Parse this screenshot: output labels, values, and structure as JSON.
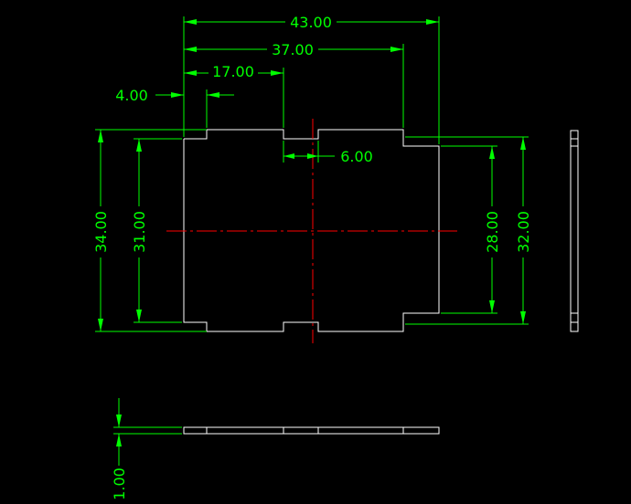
{
  "drawing": {
    "colors": {
      "background": "#000000",
      "dimension": "#00ff00",
      "outline": "#ffffff",
      "centerline": "#ff0000"
    },
    "dimensions": {
      "overall_width": "43.00",
      "inner_width": "37.00",
      "notch_offset": "17.00",
      "tab_depth": "4.00",
      "notch_width": "6.00",
      "overall_height": "34.00",
      "inner_height": "31.00",
      "right_inner_height": "28.00",
      "right_outer_height": "32.00",
      "thickness": "1.00"
    }
  }
}
